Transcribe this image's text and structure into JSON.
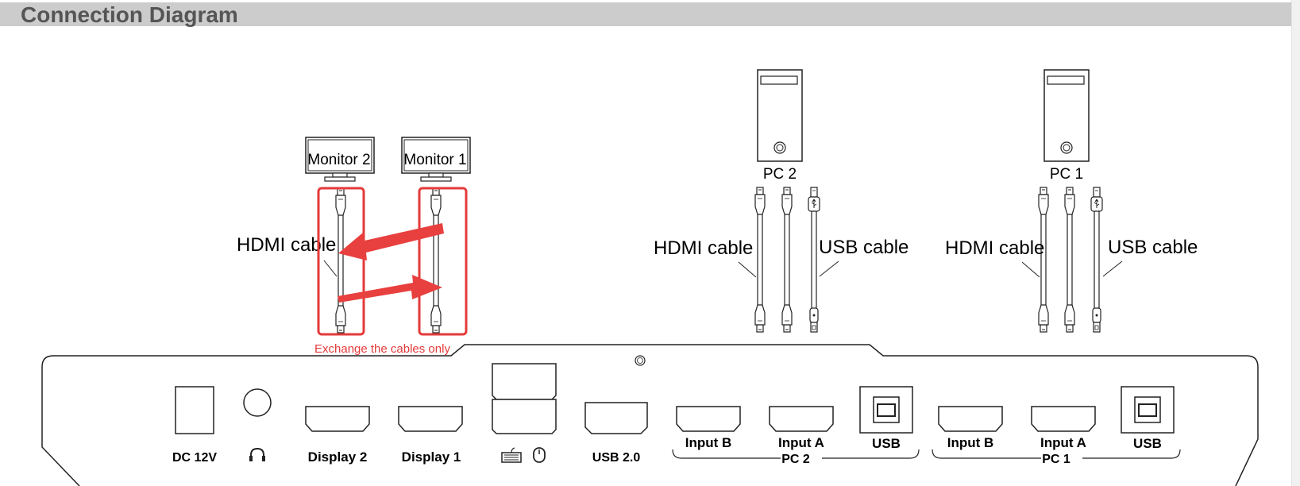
{
  "title": "Connection Diagram",
  "colors": {
    "highlight": "#e53a3a",
    "line": "#222222",
    "title_bar": "#cccccc"
  },
  "monitors": [
    "Monitor 2",
    "Monitor 1"
  ],
  "pcs": [
    "PC 2",
    "PC 1"
  ],
  "cables": {
    "hdmi_left": "HDMI cable",
    "hdmi_pc2": "HDMI cable",
    "usb_pc2": "USB cable",
    "hdmi_pc1": "HDMI cable",
    "usb_pc1": "USB cable"
  },
  "note": "Exchange the cables only",
  "panel": {
    "dc": "DC 12V",
    "display2": "Display 2",
    "display1": "Display 1",
    "usb20": "USB 2.0",
    "pc2_input_b": "Input B",
    "pc2_input_a": "Input A",
    "pc2_usb": "USB",
    "pc2_group": "PC 2",
    "pc1_input_b": "Input B",
    "pc1_input_a": "Input A",
    "pc1_usb": "USB",
    "pc1_group": "PC 1"
  },
  "icons": [
    "headphone-icon",
    "keyboard-icon",
    "mouse-icon",
    "usb-symbol-icon"
  ]
}
